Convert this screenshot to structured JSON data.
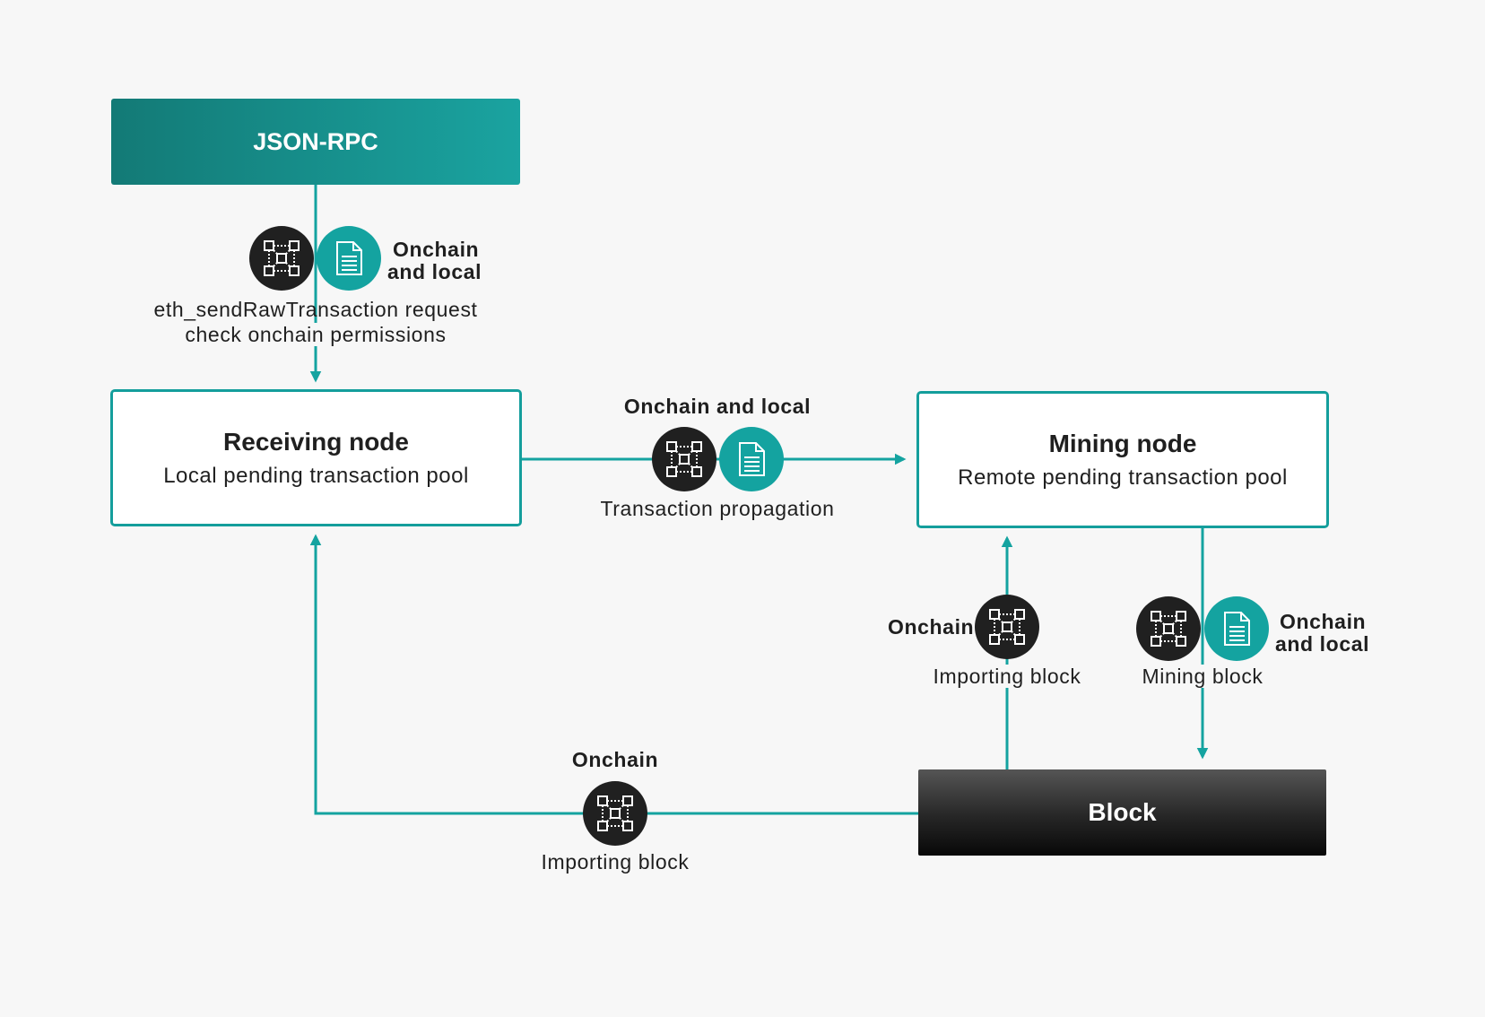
{
  "boxes": {
    "json_rpc": "JSON-RPC",
    "receiving_title": "Receiving node",
    "receiving_subtitle": "Local pending transaction pool",
    "mining_title": "Mining node",
    "mining_subtitle": "Remote pending transaction pool",
    "block": "Block"
  },
  "labels": {
    "rpc_scope_line1": "Onchain",
    "rpc_scope_line2": "and local",
    "rpc_caption_line1": "eth_sendRawTransaction request",
    "rpc_caption_line2": "check onchain permissions",
    "prop_scope": "Onchain and local",
    "prop_caption": "Transaction propagation",
    "import_mining_scope": "Onchain",
    "import_mining_caption": "Importing block",
    "mining_scope_line1": "Onchain",
    "mining_scope_line2": "and local",
    "mining_caption": "Mining block",
    "import_recv_scope": "Onchain",
    "import_recv_caption": "Importing block"
  },
  "colors": {
    "teal": "#14a3a0",
    "dark": "#202020",
    "background": "#f7f7f7"
  },
  "icons": {
    "onchain": "network-nodes-icon",
    "local": "document-icon"
  }
}
